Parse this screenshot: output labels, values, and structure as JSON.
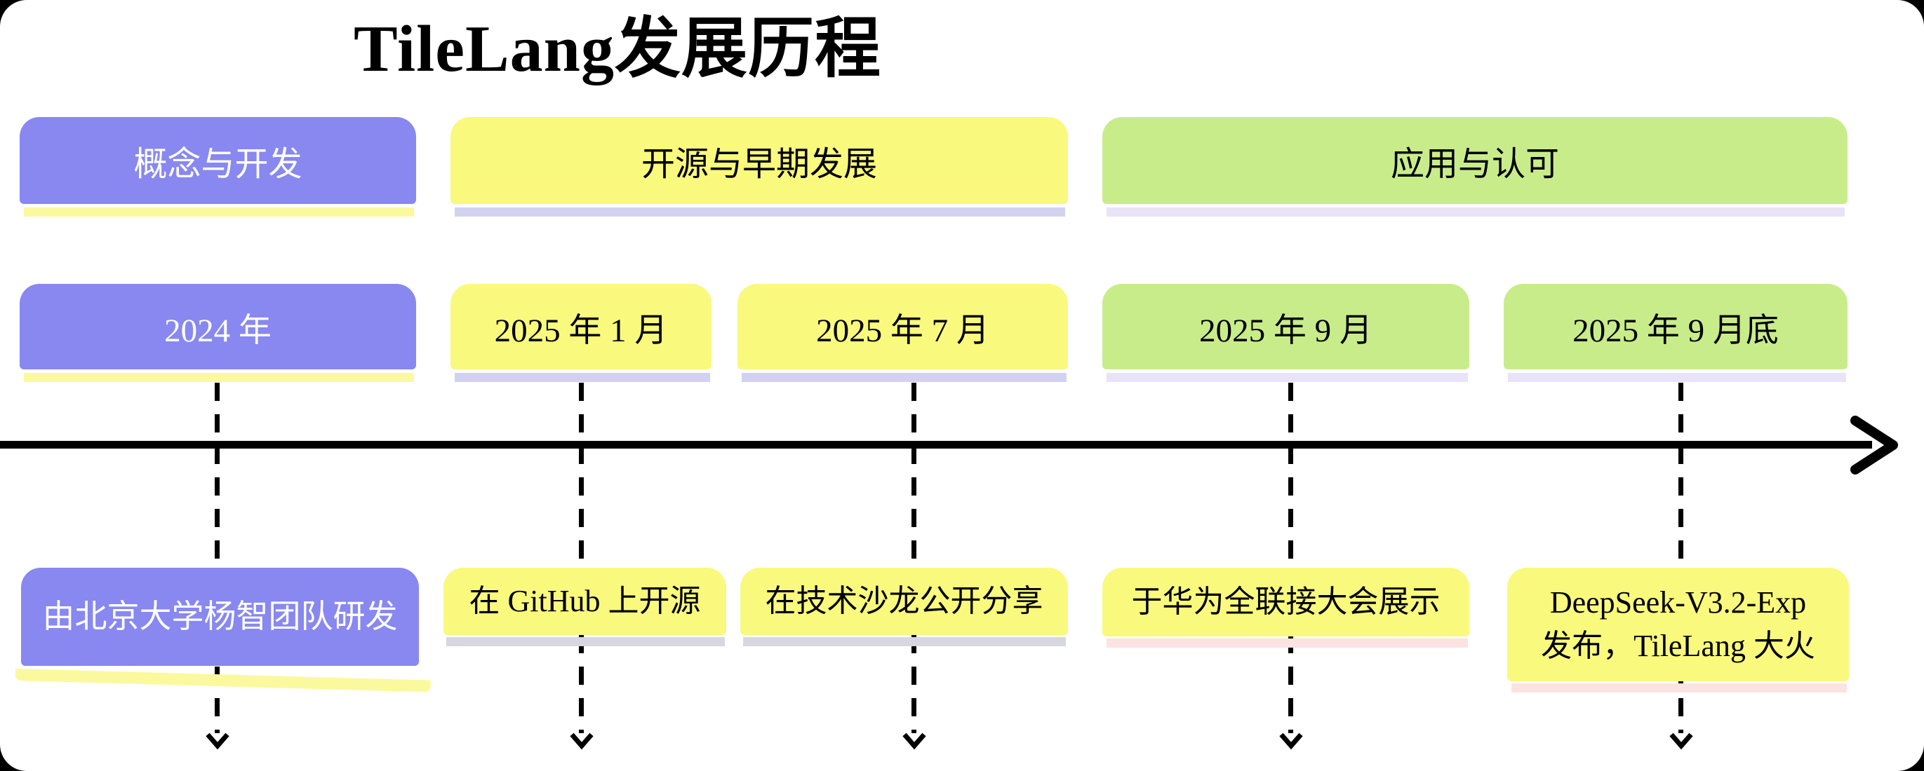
{
  "title": "TileLang发展历程",
  "phases": [
    {
      "label": "概念与开发",
      "color": "#8888f0"
    },
    {
      "label": "开源与早期发展",
      "color": "#f9f97d"
    },
    {
      "label": "应用与认可",
      "color": "#c9ec8b"
    }
  ],
  "milestones": [
    {
      "date": "2024 年",
      "event": "由北京大学杨智团队研发",
      "color": "#8888f0"
    },
    {
      "date": "2025 年 1 月",
      "event": "在 GitHub 上开源",
      "color": "#f9f97d"
    },
    {
      "date": "2025 年 7 月",
      "event": "在技术沙龙公开分享",
      "color": "#f9f97d"
    },
    {
      "date": "2025 年 9 月",
      "event": "于华为全联接大会展示",
      "color": "#f9f97d"
    },
    {
      "date": "2025 年 9 月底",
      "event_line1": "DeepSeek-V3.2-Exp",
      "event_line2": "发布，TileLang 大火",
      "color": "#f9f97d"
    }
  ],
  "colors": {
    "canvas": "#ffffff",
    "background": "#000000",
    "purple": "#8888f0",
    "yellow": "#f9f97d",
    "green": "#c9ec8b",
    "strip_yellow": "#fbf99e",
    "strip_lavender": "#d2d2f0",
    "strip_pale_lavender": "#e9e3f8",
    "strip_gray": "#d7d7df",
    "strip_pink": "#fbe3e2",
    "axis": "#000000"
  }
}
